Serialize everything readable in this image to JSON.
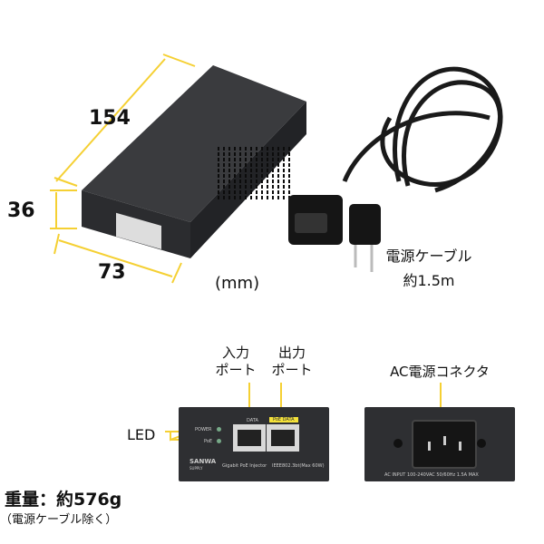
{
  "dimensions": {
    "length": "154",
    "height": "36",
    "width": "73",
    "unit": "(mm)"
  },
  "cable": {
    "name": "電源ケーブル",
    "length": "約1.5m"
  },
  "front_panel": {
    "input_port_label": [
      "入力",
      "ポート"
    ],
    "output_port_label": [
      "出力",
      "ポート"
    ],
    "led_label": "LED",
    "power": "POWER",
    "poe": "PoE",
    "data": "DATA",
    "poe_data": "PoE DATA",
    "brand": "SANWA",
    "brand_sub": "SUPPLY",
    "model": "Gigabit PoE Injector",
    "standard": "IEEE802.3bt(Max 60W)"
  },
  "back_panel": {
    "connector_label": "AC電源コネクタ",
    "rating": "AC INPUT  100-240VAC  50/60Hz  1.5A MAX"
  },
  "weight": {
    "text": "重量：約576g",
    "note": "（電源ケーブル除く）"
  },
  "colors": {
    "accent": "#f5d033",
    "device": "#2e2f32"
  }
}
